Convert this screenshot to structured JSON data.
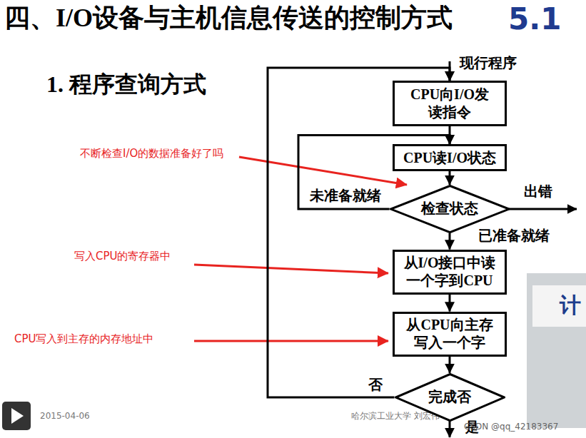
{
  "diagram": {
    "title": "四、I/O设备与主机信息传送的控制方式",
    "nodes": [
      {
        "text": [
          "CPU向I/O发 读指令"
        ]
      },
      {
        "text": [
          "CPU读I/O状态"
        ]
      },
      {
        "text": [
          "检查状态"
        ]
      },
      {
        "text": [
          "从I/O接口中读 一个字到CPU"
        ]
      },
      {
        "text": [
          "从CPU向主存 写入一个字"
        ]
      },
      {
        "text": [
          "完成否"
        ]
      }
    ],
    "edges": [
      {
        "from": 0,
        "to": 1,
        "arrow": "to"
      },
      {
        "from": 1,
        "to": 2,
        "arrow": "to"
      },
      {
        "from": 2,
        "to": 1,
        "label": "未准备就绪",
        "arrow": "to"
      },
      {
        "from": 2,
        "to": 3,
        "label": "已准备就绪",
        "arrow": "to"
      },
      {
        "from": 3,
        "to": 4,
        "arrow": "to"
      },
      {
        "from": 4,
        "to": 5,
        "arrow": "to"
      },
      {
        "from": 5,
        "to": 0,
        "label": "否",
        "arrow": "to"
      }
    ],
    "labels": [
      "5.1",
      "1. 程序查询方式",
      "现行程序",
      "出错",
      "是",
      "不断检查I/O的数据准备好了吗",
      "写入CPU的寄存器中",
      "CPU写入到主存的内存地址中",
      "2015-04-06",
      "哈尔滨工业大学 刘宏伟",
      "计",
      "CSDN @qq_42183367"
    ]
  }
}
